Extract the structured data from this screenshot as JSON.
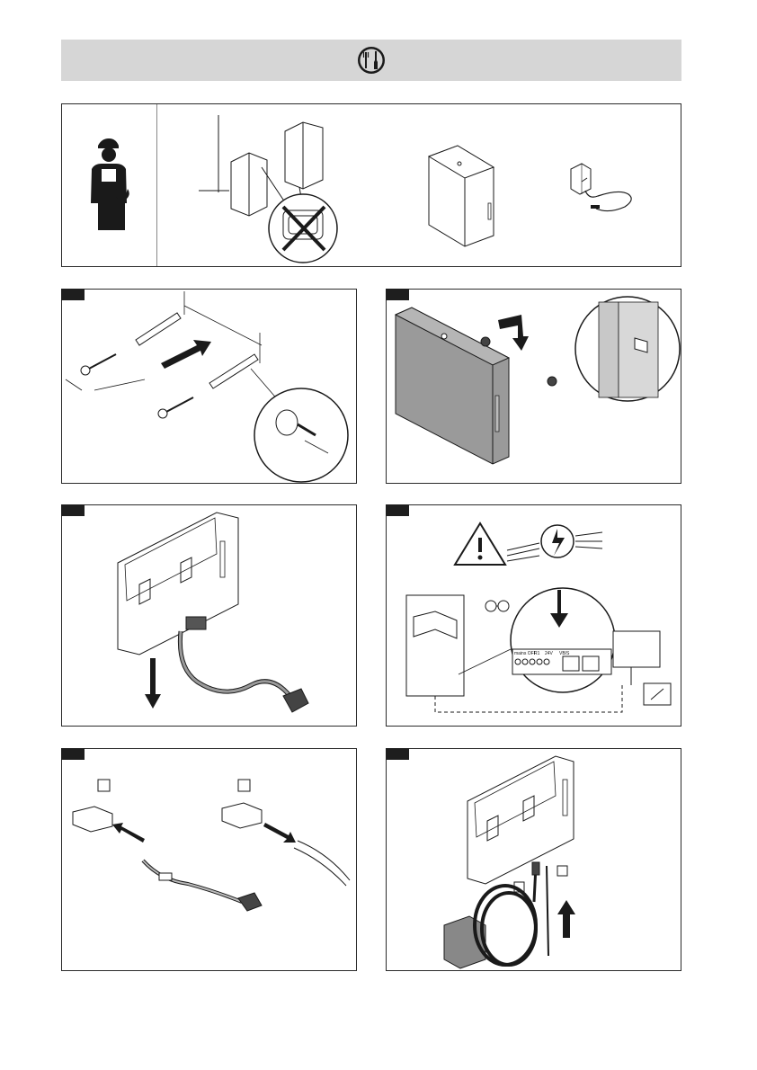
{
  "header": {
    "icon": "tools-icon"
  },
  "overview_panel": {
    "icons": [
      "installer-person-icon",
      "wall-mount-icon",
      "device-housing-icon",
      "power-adapter-icon"
    ]
  },
  "steps": [
    {
      "id": 1,
      "icon": "wall-plugs-screws-icon"
    },
    {
      "id": 2,
      "icon": "hang-device-icon"
    },
    {
      "id": 3,
      "icon": "remove-cover-icon"
    },
    {
      "id": 4,
      "icon": "warning-electrical-icon"
    },
    {
      "id": 5,
      "icon": "cable-connectors-icon"
    },
    {
      "id": 6,
      "icon": "connect-adapter-icon"
    }
  ],
  "step4": {
    "terminal_labels": [
      "mains OFF",
      "R1",
      "24V",
      "VB/S"
    ]
  },
  "colors": {
    "header_band": "#d6d6d6",
    "line": "#1a1a1a",
    "device_fill": "#9a9a9a"
  }
}
